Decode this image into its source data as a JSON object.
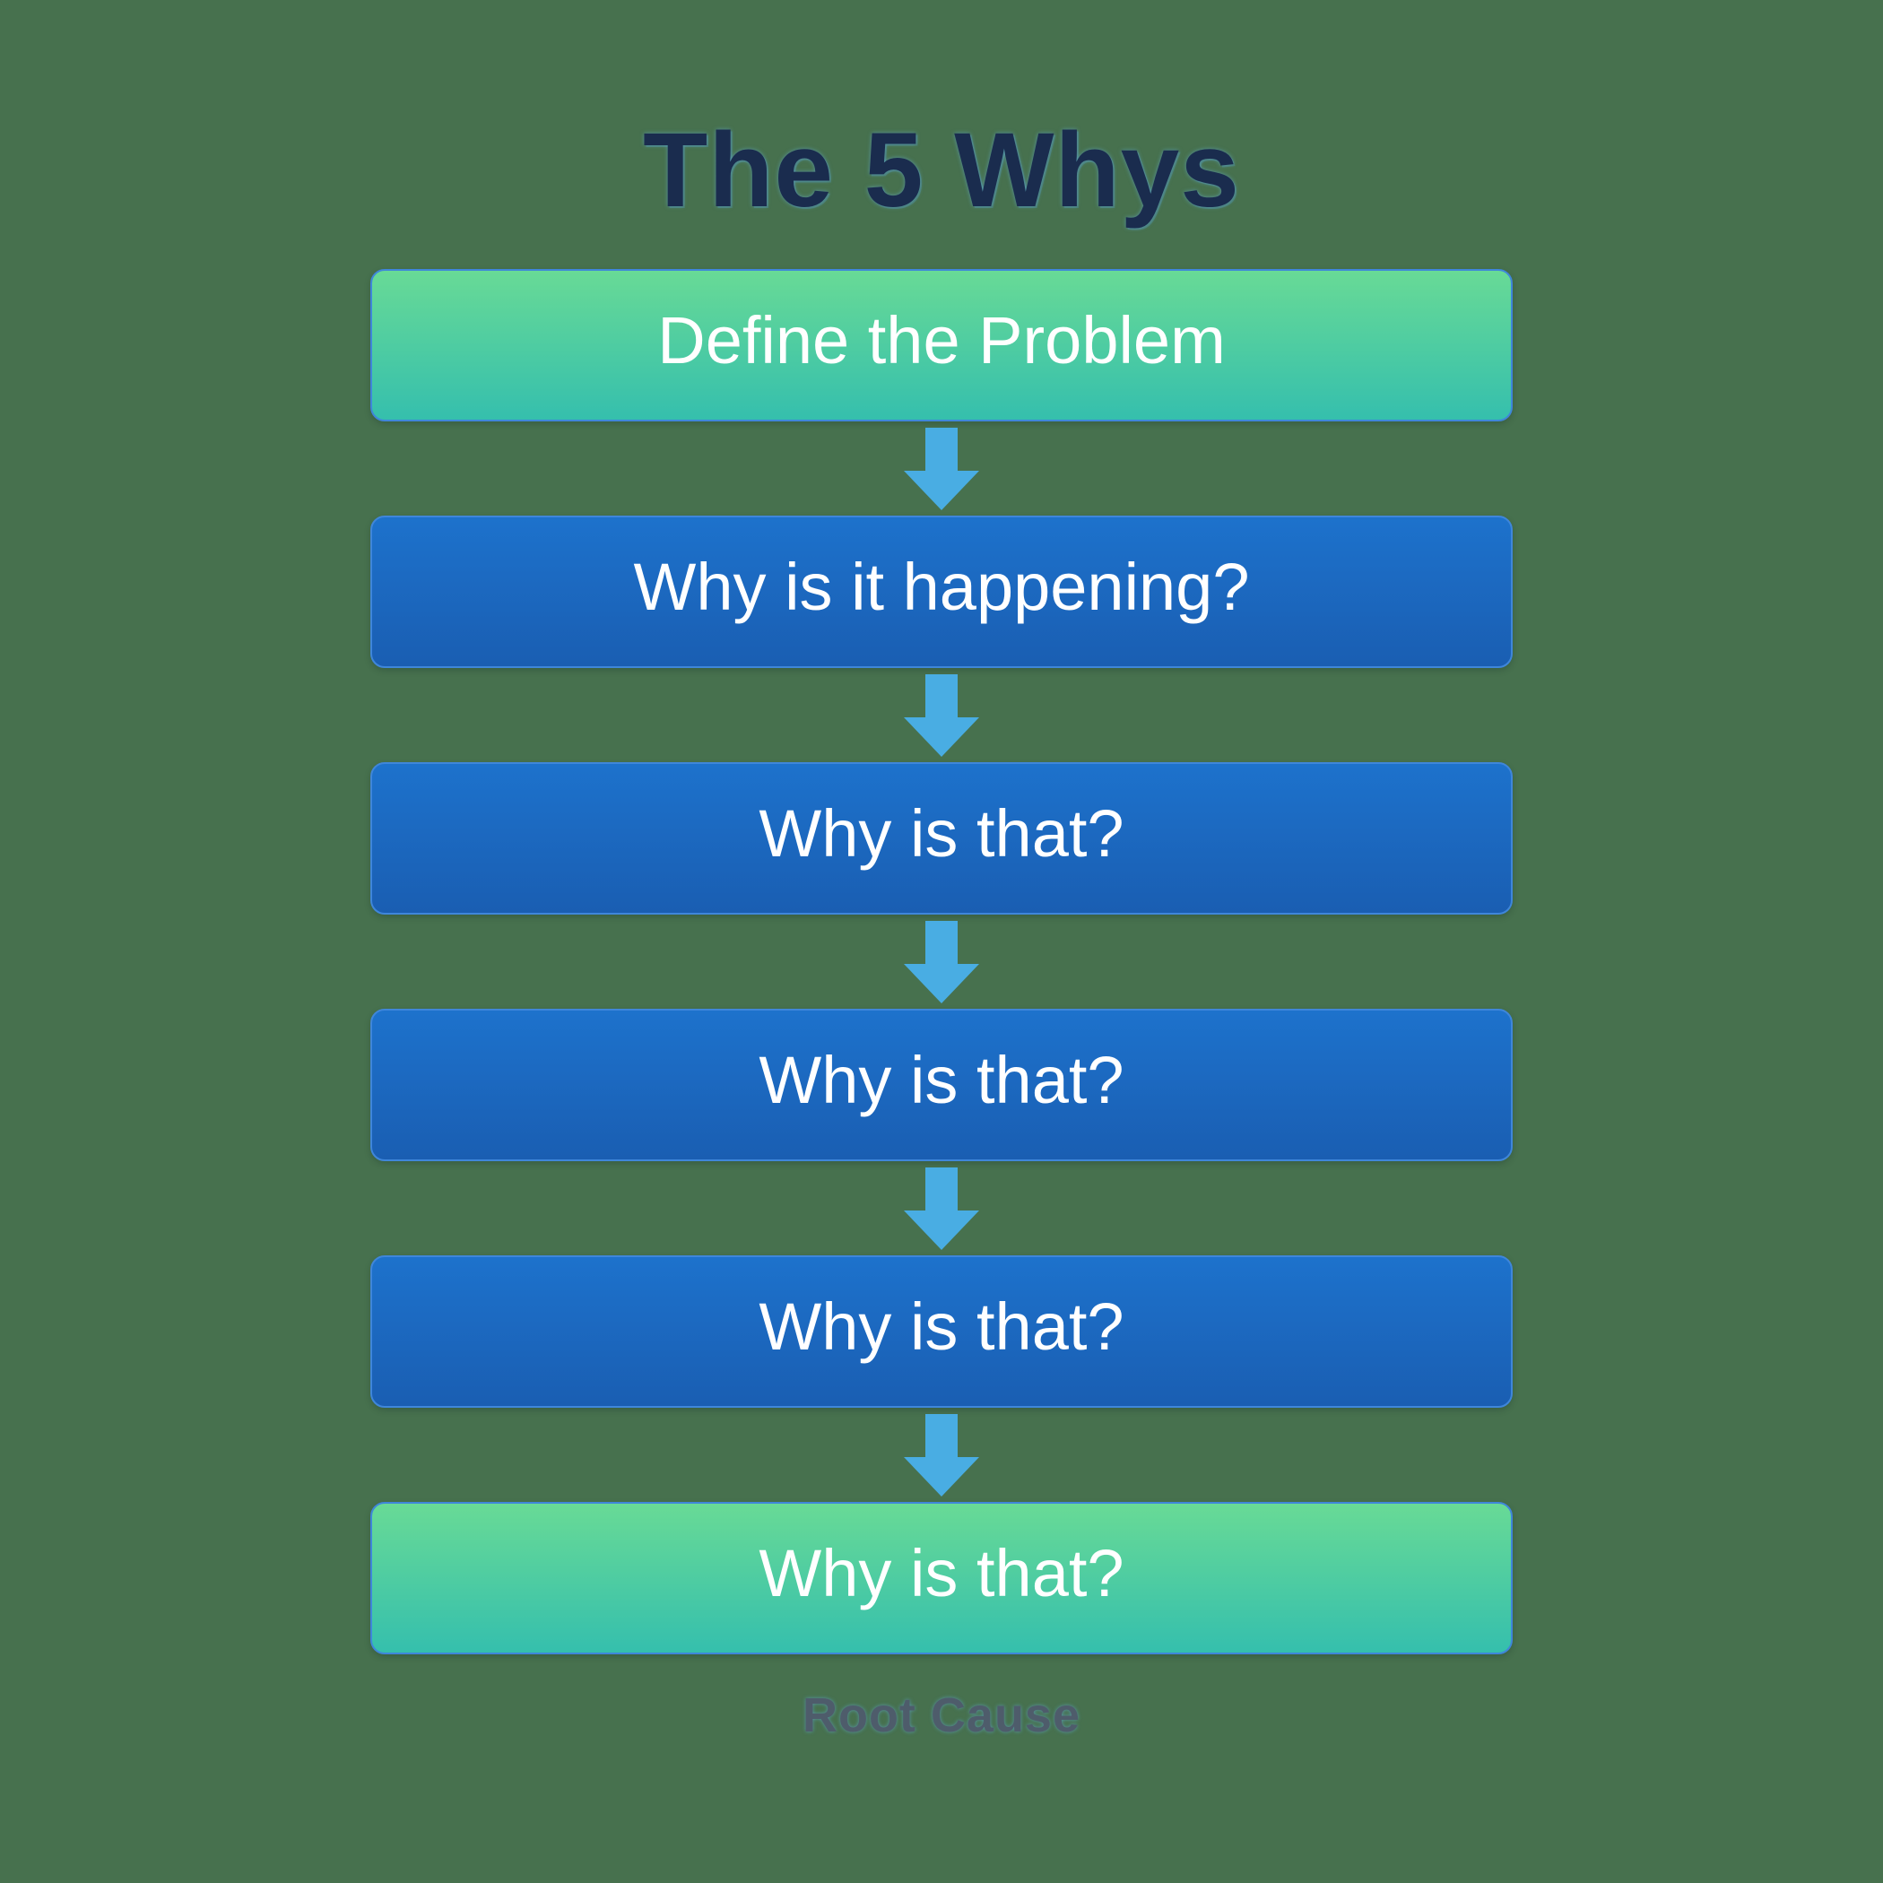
{
  "title": "The 5 Whys",
  "footer_label": "Root Cause",
  "steps": [
    {
      "label": "Define the Problem",
      "type": "green"
    },
    {
      "label": "Why is it happening?",
      "type": "blue"
    },
    {
      "label": "Why is that?",
      "type": "blue"
    },
    {
      "label": "Why is that?",
      "type": "blue"
    },
    {
      "label": "Why is that?",
      "type": "blue"
    },
    {
      "label": "Why is that?",
      "type": "green"
    }
  ],
  "icons": {
    "between_steps": "down-arrow-icon",
    "arrow_count": 5
  },
  "colors": {
    "bg": "#47714e",
    "green_top": "#68da96",
    "green_bottom": "#35bfad",
    "blue_top": "#1d72cc",
    "blue_bottom": "#1a5eb2",
    "arrow": "#49ade3",
    "box_border": "#3f86da",
    "title_color": "#1a2c4e",
    "footer_color": "#4e5c6b",
    "box_text": "#ffffff"
  }
}
